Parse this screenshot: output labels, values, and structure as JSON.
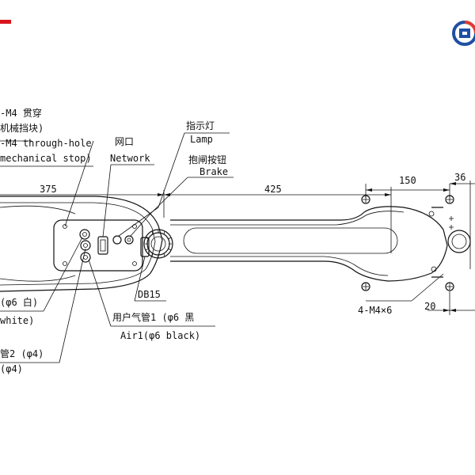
{
  "brand": {
    "accent": "#d9141b",
    "logo_blue": "#1f4fa3",
    "logo_red": "#e23b2e"
  },
  "labels": {
    "m4_through_cn": "-M4 贯穿",
    "mech_stop_cn": "机械挡块)",
    "m4_through_en": "-M4 through-hole",
    "mech_stop_en": "mechanical stop)",
    "network_cn": "网口",
    "network_en": "Network",
    "lamp_cn": "指示灯",
    "lamp_en": "Lamp",
    "brake_cn": "抱闸按钮",
    "brake_en": "Brake",
    "db15": "DB15",
    "phi6_white_cn": "(φ6 白)",
    "phi6_white_en": "white)",
    "air1_cn": "用户气管1 (φ6 黑",
    "air1_en": "Air1(φ6 black)",
    "air2_cn": "管2 (φ4)",
    "air2_en": "(φ4)",
    "holes_4m4": "4-M4×6"
  },
  "dimensions": {
    "d375": "375",
    "d425": "425",
    "d150": "150",
    "d36": "36",
    "d20": "20"
  }
}
